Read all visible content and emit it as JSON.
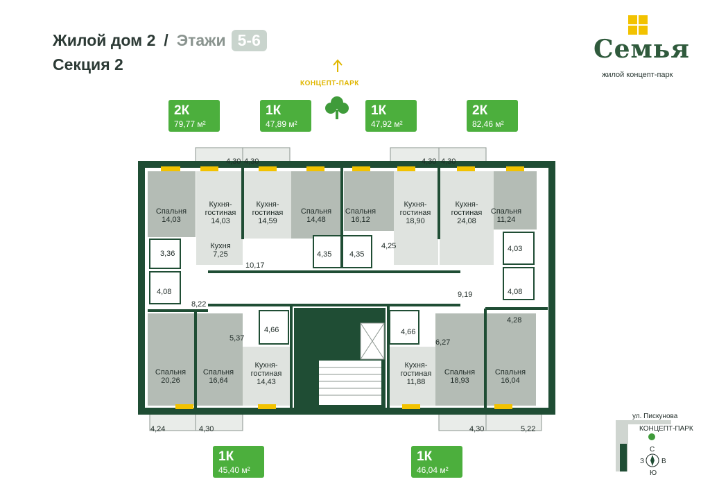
{
  "header": {
    "building": "Жилой дом 2",
    "separator": "/",
    "floors_label": "Этажи",
    "floors_value": "5-6",
    "section": "Секция 2"
  },
  "logo": {
    "word": "Семья",
    "subtitle": "жилой концепт-парк"
  },
  "park": {
    "label": "КОНЦЕПТ-ПАРК"
  },
  "apartments": [
    {
      "type": "2К",
      "area": "79,77 м²"
    },
    {
      "type": "1К",
      "area": "47,89 м²"
    },
    {
      "type": "1К",
      "area": "47,92 м²"
    },
    {
      "type": "2К",
      "area": "82,46 м²"
    },
    {
      "type": "1К",
      "area": "45,40 м²"
    },
    {
      "type": "1К",
      "area": "46,04 м²"
    }
  ],
  "rooms": [
    {
      "lines": [
        "Спальня",
        "14,03"
      ]
    },
    {
      "lines": [
        "Кухня-",
        "гостиная",
        "14,03"
      ]
    },
    {
      "lines": [
        "Кухня-",
        "гостиная",
        "14,59"
      ]
    },
    {
      "lines": [
        "Спальня",
        "14,48"
      ]
    },
    {
      "lines": [
        "Спальня",
        "16,12"
      ]
    },
    {
      "lines": [
        "Кухня-",
        "гостиная",
        "18,90"
      ]
    },
    {
      "lines": [
        "Кухня-",
        "гостиная",
        "24,08"
      ]
    },
    {
      "lines": [
        "Спальня",
        "11,24"
      ]
    },
    {
      "lines": [
        "Кухня",
        "7,25"
      ]
    },
    {
      "lines": [
        "Спальня",
        "20,26"
      ]
    },
    {
      "lines": [
        "Спальня",
        "16,64"
      ]
    },
    {
      "lines": [
        "Кухня-",
        "гостиная",
        "14,43"
      ]
    },
    {
      "lines": [
        "Кухня-",
        "гостиная",
        "11,88"
      ]
    },
    {
      "lines": [
        "Спальня",
        "18,93"
      ]
    },
    {
      "lines": [
        "Спальня",
        "16,04"
      ]
    }
  ],
  "small_areas": [
    "4,30",
    "4,30",
    "4,30",
    "4,30",
    "3,36",
    "4,08",
    "8,22",
    "10,17",
    "4,35",
    "4,35",
    "4,25",
    "4,03",
    "4,08",
    "9,19",
    "4,28",
    "4,66",
    "5,37",
    "4,66",
    "6,27",
    "4,24",
    "4,30",
    "4,30",
    "5,22"
  ],
  "minimap": {
    "street": "ул. Пискунова",
    "park": "КОНЦЕПТ-ПАРК",
    "compass": [
      "С",
      "Ю",
      "З",
      "В"
    ]
  }
}
